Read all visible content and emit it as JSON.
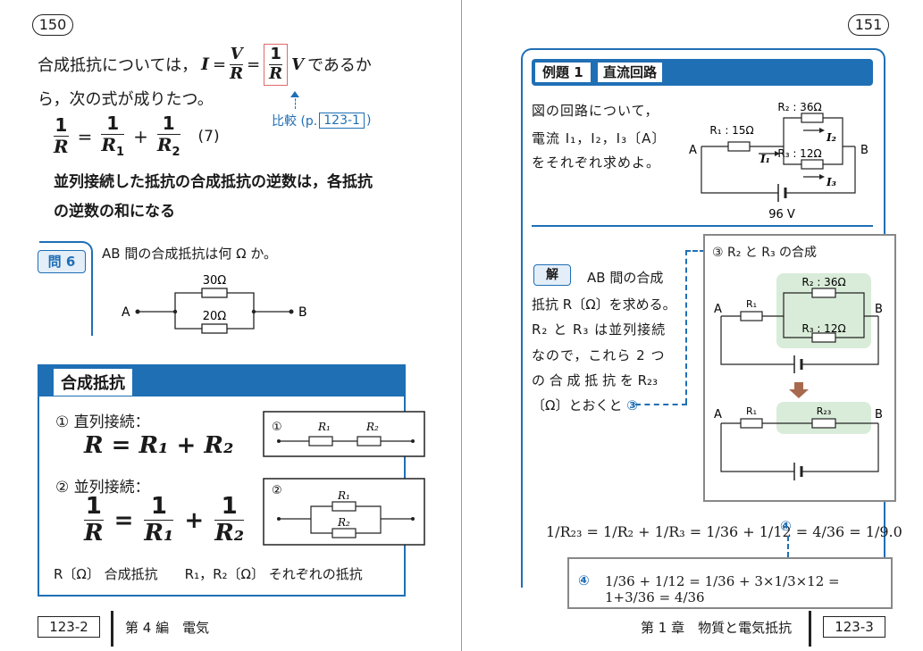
{
  "left": {
    "page_number": "150",
    "intro_line1_pre": "合成抵抗については，",
    "intro_line1_post": "であるか",
    "intro_line2": "ら，次の式が成りたつ。",
    "formula_I": "I",
    "formula_V": "V",
    "formula_R": "R",
    "formula_one": "1",
    "compare_label": "比較 (p.",
    "compare_ref": "123-1",
    "compare_close": ")",
    "eq7_label": "(7)",
    "eq7_R1": "R",
    "eq7_sub1": "1",
    "eq7_sub2": "2",
    "bold_line1": "並列接続した抵抗の合成抵抗の逆数は，各抵抗",
    "bold_line2": "の逆数の和になる",
    "q6_tag": "問 6",
    "q6_text": "AB 間の合成抵抗は何 Ω か。",
    "q6_r_top": "30Ω",
    "q6_r_bottom": "20Ω",
    "q6_a": "A",
    "q6_b": "B",
    "box_title": "合成抵抗",
    "series_label": "① 直列接続：",
    "parallel_label": "② 並列接続：",
    "series_formula": "R = R₁ + R₂",
    "circle1": "①",
    "circle2": "②",
    "r1_label": "R₁",
    "r2_label": "R₂",
    "legend": "R〔Ω〕 合成抵抗　　R₁，R₂〔Ω〕 それぞれの抵抗",
    "footer_ref": "123-2",
    "footer_text": "第 4 編　電気"
  },
  "right": {
    "page_number": "151",
    "example_tag": "例題 1",
    "example_title": "直流回路",
    "problem_line1": "図の回路について，",
    "problem_line2": "電流 I₁，I₂，I₃〔A〕",
    "problem_line3": "をそれぞれ求めよ。",
    "circ_r2": "R₂ : 36Ω",
    "circ_r1": "R₁ : 15Ω",
    "circ_r3": "R₃ : 12Ω",
    "circ_i1": "I₁",
    "circ_i2": "I₂",
    "circ_i3": "I₃",
    "circ_a": "A",
    "circ_b": "B",
    "circ_v": "96 V",
    "sol_tag": "解",
    "sol_line1": "AB 間の合成",
    "sol_line2": "抵抗 R〔Ω〕を求める。",
    "sol_line3": "R₂ と R₃ は並列接続",
    "sol_line4": "なので，これら 2 つ",
    "sol_line5": "の 合 成 抵 抗 を R₂₃",
    "sol_line6": "〔Ω〕とおくと",
    "sol_ref3": "③",
    "box3_title": "③  R₂ と R₃ の合成",
    "box3_r2": "R₂ : 36Ω",
    "box3_r3": "R₃ : 12Ω",
    "box3_r1": "R₁",
    "box3_r23": "R₂₃",
    "box3_a": "A",
    "box3_b": "B",
    "eq_main": "1/R₂₃ = 1/R₂ + 1/R₃ = 1/36 + 1/12 = 4/36 = 1/9.0",
    "eq_ref4": "④",
    "box4_label": "④",
    "box4_eq": "1/36 + 1/12 = 1/36 + 3×1/3×12 = 1+3/36 = 4/36",
    "footer_text": "第 1 章　物質と電気抵抗",
    "footer_ref": "123-3"
  },
  "colors": {
    "accent_blue": "#1f6fb5",
    "light_blue": "#e4eef8",
    "green_bg": "#d9ecd9",
    "red_box": "#e06a6a",
    "arrow_brown": "#a86a4e"
  }
}
